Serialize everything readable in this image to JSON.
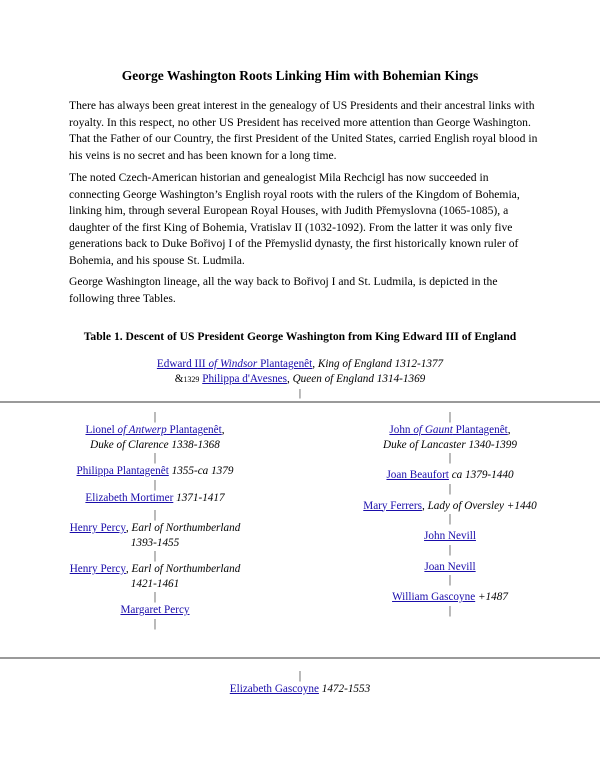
{
  "document": {
    "title": "George Washington Roots Linking Him with Bohemian Kings",
    "paragraphs": [
      "There has always been great interest in the genealogy of US Presidents and their ancestral links with royalty. In this respect, no other US President has received more attention than George Washington. That the Father of our Country, the first President of the United States, carried English royal blood in his veins is no secret and has been known for a long time.",
      "The noted Czech-American historian and genealogist Mila Rechcigl has now succeeded in connecting George Washington’s  English royal roots with the rulers of the Kingdom of Bohemia, linking him, through several European Royal Houses, with Judith Přemyslovna  (1065-1085), a daughter of the first King of Bohemia, Vratislav II (1032-1092).  From the latter it was only five generations back to Duke Bořivoj I of the Přemyslid  dynasty, the first historically known ruler of Bohemia, and his spouse St. Ludmila.",
      "George Washington lineage, all the way back to Bořivoj I and St. Ludmila, is depicted in the following three Tables."
    ]
  },
  "table": {
    "title": "Table 1. Descent of US President George Washington from King Edward III of England",
    "top": {
      "edward_link_a": "Edward III ",
      "edward_link_b": "of Windsor",
      "edward_link_c": " Plantagenêt",
      "edward_rest": ", King of England 1312-1377",
      "amp": "&",
      "marriage_year": "1329",
      "philippa_link": "Philippa d'Avesnes",
      "philippa_rest": ", Queen of England 1314-1369",
      "bar": "|"
    },
    "left": {
      "lionel_a": "Lionel ",
      "lionel_b": "of Antwerp",
      "lionel_c": " Plantagenêt",
      "lionel_rest": ",",
      "lionel_title": "Duke of Clarence 1338-1368",
      "philippa_p": "Philippa Plantagenêt",
      "philippa_p_dates": " 1355-ca 1379",
      "elizabeth_m": "Elizabeth Mortimer",
      "elizabeth_m_dates": " 1371-1417",
      "henry1": "Henry Percy",
      "henry1_title": ", Earl of Northumberland 1393-1455",
      "henry2": "Henry Percy",
      "henry2_title": ", Earl of Northumberland 1421-1461",
      "margaret": "Margaret Percy"
    },
    "right": {
      "john_a": "John ",
      "john_b": "of Gaunt",
      "john_c": " Plantagenêt",
      "john_rest": ",",
      "john_title": "Duke of Lancaster 1340-1399",
      "joan_b": "Joan Beaufort",
      "joan_b_dates": " ca 1379-1440",
      "mary": "Mary Ferrers",
      "mary_title": ", Lady of Oversley +1440",
      "john_n": "John Nevill",
      "joan_n": "Joan Nevill",
      "william": "William Gascoyne",
      "william_dates": " +1487"
    },
    "bottom": {
      "elizabeth_g": "Elizabeth Gascoyne",
      "elizabeth_g_dates": " 1472-1553"
    },
    "bar": "|"
  }
}
